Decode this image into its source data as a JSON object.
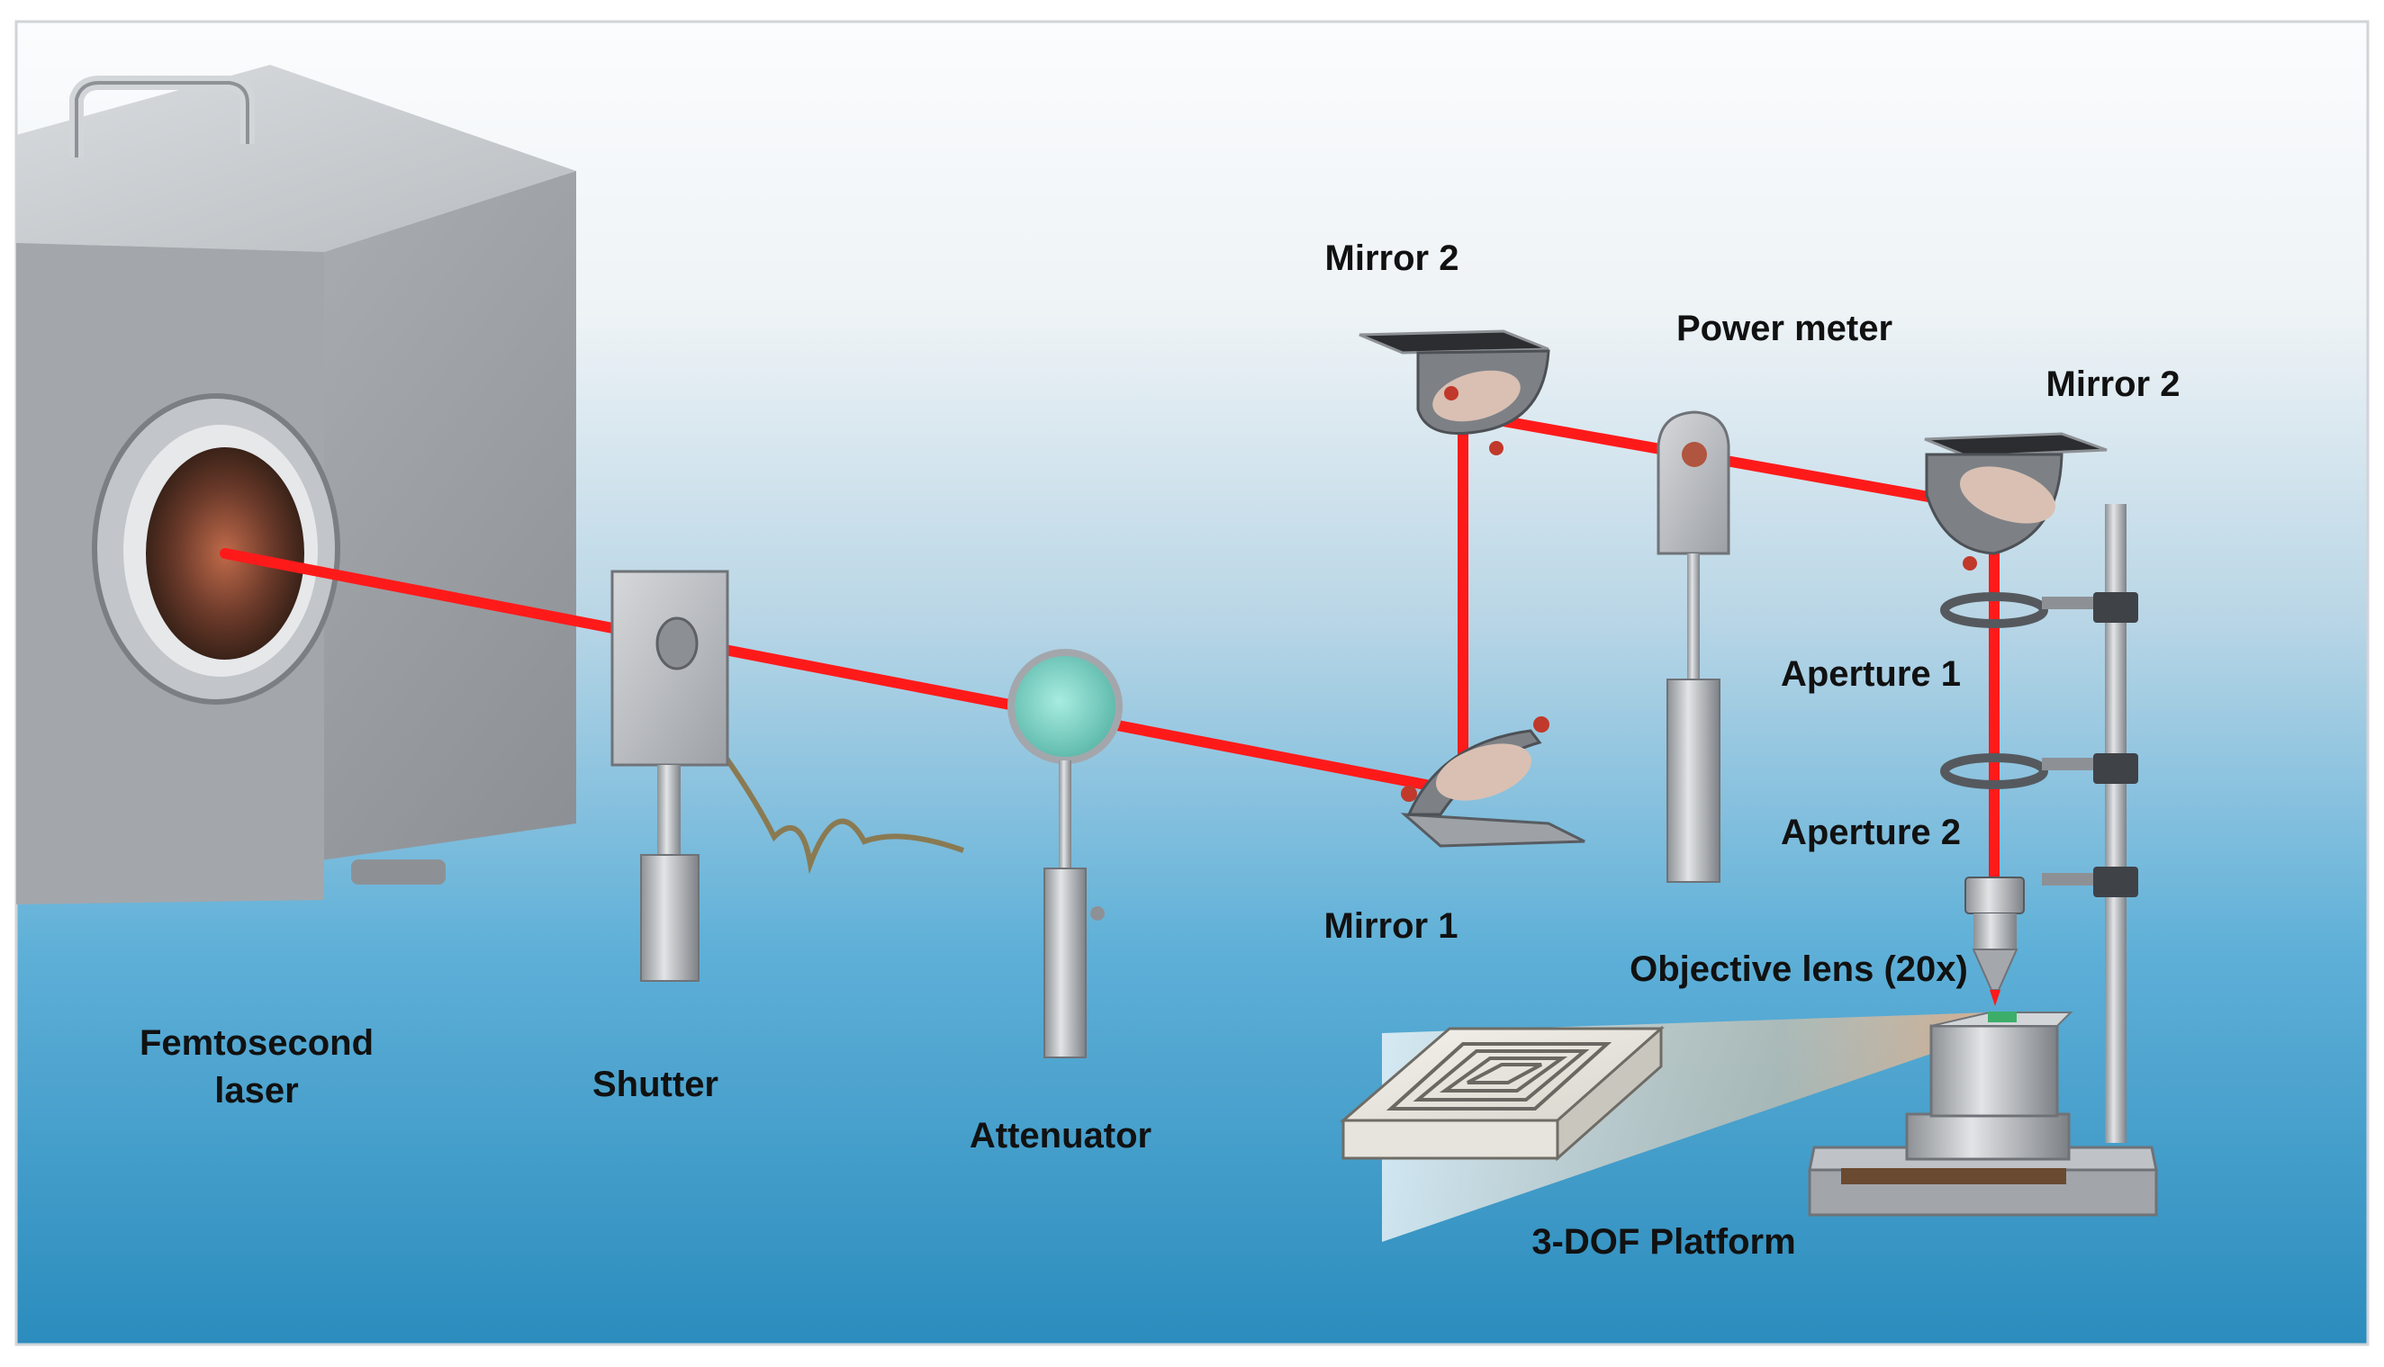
{
  "labels": {
    "laser_line1": "Femtosecond",
    "laser_line2": "laser",
    "shutter": "Shutter",
    "attenuator": "Attenuator",
    "mirror1": "Mirror 1",
    "mirror2_left": "Mirror 2",
    "power_meter": "Power meter",
    "mirror2_right": "Mirror 2",
    "aperture1": "Aperture 1",
    "aperture2": "Aperture 2",
    "objective": "Objective lens (20x)",
    "platform": "3-DOF Platform"
  },
  "colors": {
    "beam": "#ff1a1a",
    "background_top": "#fbfcfd",
    "background_bottom": "#2e8fc0",
    "metal": "#b9bcc0",
    "metal_dark": "#6f7378",
    "attenuator_glass": "#7fd3c6"
  }
}
